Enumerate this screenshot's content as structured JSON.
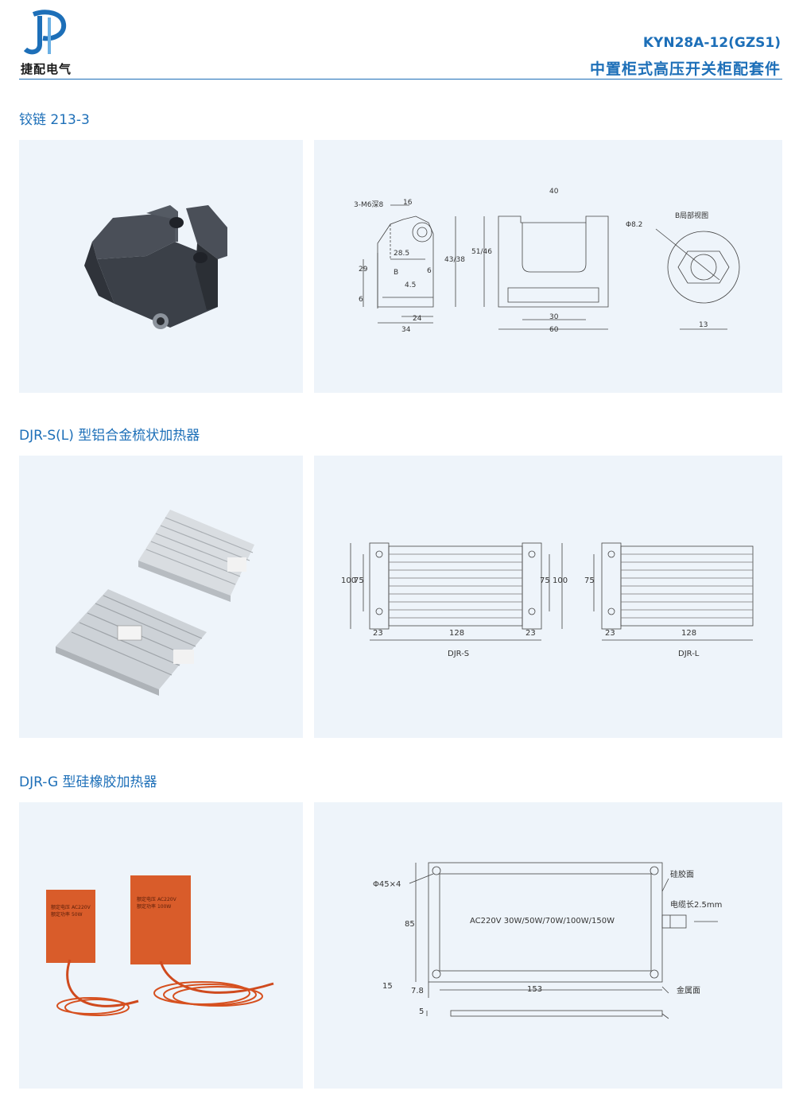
{
  "header": {
    "logo_text": "捷配电气",
    "model": "KYN28A-12(GZS1)",
    "title": "中置柜式高压开关柜配套件",
    "accent_color": "#1d6fb8"
  },
  "sections": [
    {
      "title": "铰链 213-3",
      "labels": {
        "hole": "3-M6深8",
        "d16": "16",
        "d40": "40",
        "phi": "Φ8.2",
        "view": "B局部视图",
        "d285": "28.5",
        "d29": "29",
        "b": "B",
        "d6a": "6",
        "d45": "4.5",
        "d4338": "43/38",
        "d5146": "51/46",
        "d6b": "6",
        "d24": "24",
        "d34": "34",
        "d30": "30",
        "d60": "60",
        "d13": "13"
      }
    },
    {
      "title": "DJR-S(L) 型铝合金梳状加热器",
      "labels": {
        "d100a": "100",
        "d75a": "75",
        "d75b": "75",
        "d100b": "100",
        "d75c": "75",
        "d23a": "23",
        "d128a": "128",
        "d23b": "23",
        "d23c": "23",
        "d128b": "128",
        "name_s": "DJR-S",
        "name_l": "DJR-L"
      }
    },
    {
      "title": "DJR-G 型硅橡胶加热器",
      "labels": {
        "holes": "Φ45×4",
        "face": "硅胶面",
        "cable": "电缆长2.5mm",
        "spec": "AC220V 30W/50W/70W/100W/150W",
        "d85": "85",
        "d15": "15",
        "d78": "7.8",
        "d153": "153",
        "metal": "金属面",
        "d5": "5"
      },
      "plate_text": {
        "voltage_label": "额定电压",
        "voltage_value": "AC220V",
        "power_label": "额定功率",
        "power_value_a": "50W",
        "power_value_b": "100W"
      }
    }
  ]
}
